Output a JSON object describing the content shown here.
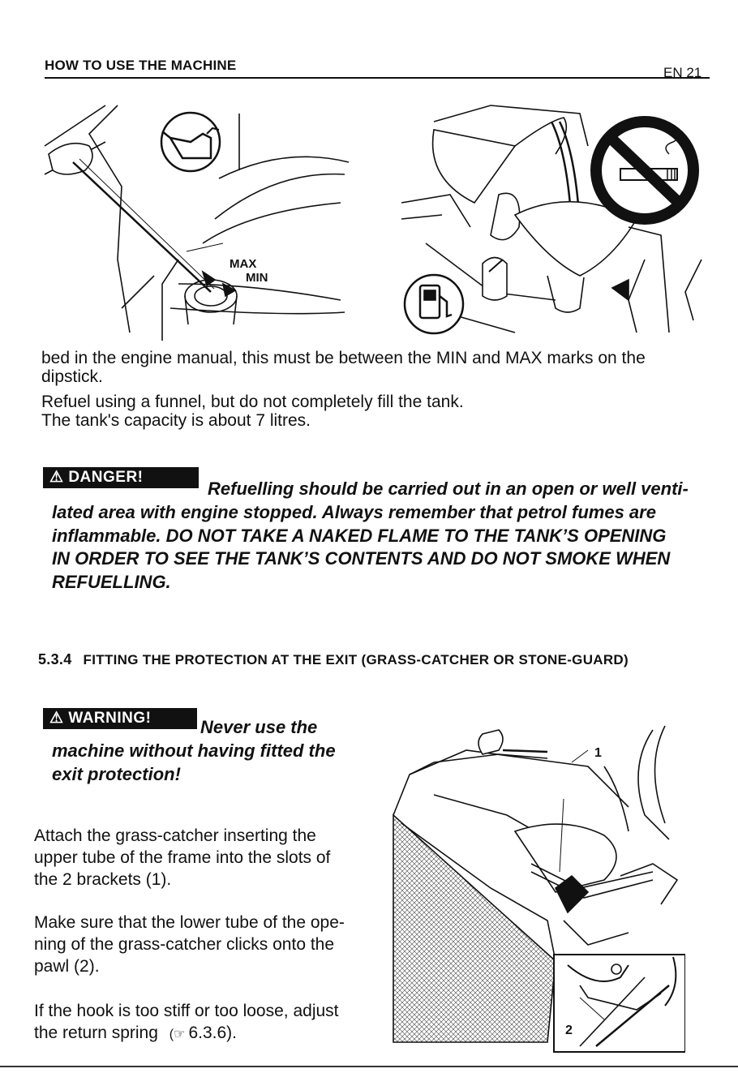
{
  "header": {
    "title": "HOW TO USE THE MACHINE",
    "page": "EN 21"
  },
  "figure1": {
    "max_label": "MAX",
    "min_label": "MIN"
  },
  "paragraphs": {
    "p1_line1": "bed in the engine manual, this must be between the MIN and MAX marks on the",
    "p1_line2": "dipstick.",
    "p2": "Refuel using a funnel, but do not completely fill the tank.",
    "p3": "The tank's capacity is about 7 litres."
  },
  "danger": {
    "label": "DANGER!",
    "line1": "Refuelling should be carried out in an open or well venti-",
    "line2": "lated area with engine stopped. Always remember that petrol fumes are",
    "line3": "inflammable. DO NOT TAKE A NAKED FLAME TO THE TANK’S OPENING",
    "line4": "IN ORDER TO SEE THE TANK’S CONTENTS AND DO NOT SMOKE WHEN",
    "line5": "REFUELLING."
  },
  "section": {
    "number": "5.3.4",
    "title": "FITTING THE PROTECTION AT THE EXIT (GRASS-CATCHER OR STONE-GUARD)"
  },
  "warning": {
    "label": "WARNING!",
    "line1": "Never use the",
    "line2": "machine without having fitted the",
    "line3": "exit protection!"
  },
  "instructions": {
    "a1": "Attach the grass-catcher inserting the",
    "a2": "upper tube of the frame into the slots of",
    "a3": "the 2 brackets (1).",
    "b1": "Make sure that the lower tube of the ope-",
    "b2": "ning of the grass-catcher clicks onto the",
    "b3": "pawl (2).",
    "c1": "If the hook is too stiff or too loose, adjust",
    "c2": "the return spring",
    "c_ref": "6.3.6)."
  },
  "figure3": {
    "callout1": "1",
    "callout2": "2"
  },
  "icons": [
    "oil-can-icon",
    "fuel-pump-icon",
    "no-smoking-icon",
    "pointing-hand-icon",
    "warning-triangle-icon"
  ]
}
